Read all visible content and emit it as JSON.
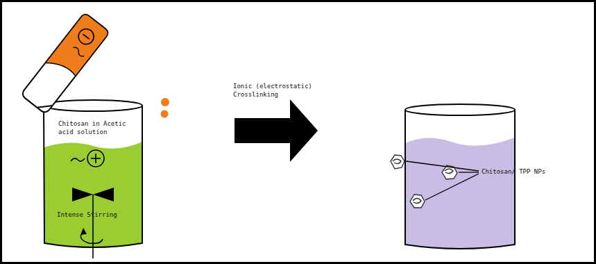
{
  "diagram": {
    "labels": [
      "Chitosan in Acetic acid solution",
      "Intense Stirring",
      "Ionic (electrostatic) Crosslinking",
      "Chitosan/ TPP NPs"
    ]
  }
}
